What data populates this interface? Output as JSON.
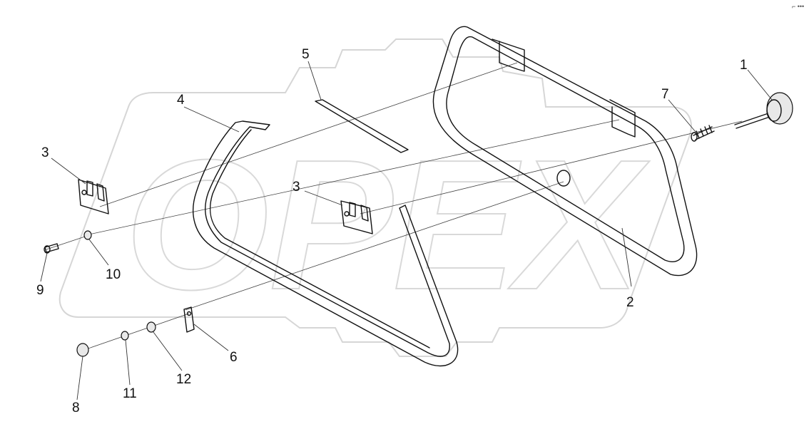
{
  "watermark": {
    "text": "OPEX"
  },
  "corner_mark": "⌐ •••",
  "callouts": [
    {
      "id": "1",
      "label": "1"
    },
    {
      "id": "2",
      "label": "2"
    },
    {
      "id": "3a",
      "label": "3"
    },
    {
      "id": "3b",
      "label": "3"
    },
    {
      "id": "4",
      "label": "4"
    },
    {
      "id": "5",
      "label": "5"
    },
    {
      "id": "6",
      "label": "6"
    },
    {
      "id": "7",
      "label": "7"
    },
    {
      "id": "8",
      "label": "8"
    },
    {
      "id": "9",
      "label": "9"
    },
    {
      "id": "10",
      "label": "10"
    },
    {
      "id": "11",
      "label": "11"
    },
    {
      "id": "12",
      "label": "12"
    }
  ],
  "colors": {
    "line": "#111111",
    "watermark": "#d6d6d6",
    "background": "#ffffff"
  }
}
